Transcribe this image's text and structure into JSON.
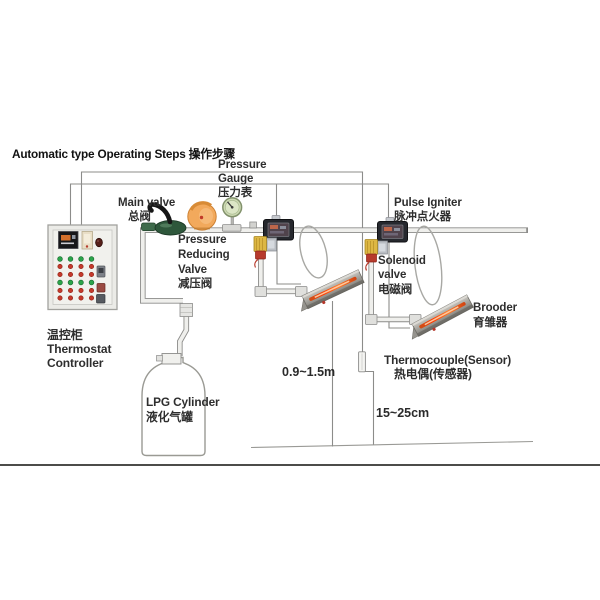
{
  "title": "Automatic type Operating Steps 操作步骤",
  "components": {
    "pressure_gauge": {
      "en1": "Pressure",
      "en2": "Gauge",
      "zh": "压力表"
    },
    "main_valve": {
      "en": "Main valve",
      "zh": "总阀"
    },
    "pressure_reducing_valve": {
      "en1": "Pressure",
      "en2": "Reducing",
      "en3": "Valve",
      "zh": "减压阀"
    },
    "pulse_igniter": {
      "en": "Pulse Igniter",
      "zh": "脉冲点火器"
    },
    "solenoid_valve": {
      "en1": "Solenoid",
      "en2": "valve",
      "zh": "电磁阀"
    },
    "brooder": {
      "en": "Brooder",
      "zh": "育雏器"
    },
    "thermocouple": {
      "en": "Thermocouple(Sensor)",
      "zh": "热电偶(传感器)"
    },
    "thermostat_controller": {
      "zh": "温控柜",
      "en1": "Thermostat",
      "en2": "Controller"
    },
    "lpg_cylinder": {
      "en": "LPG Cylinder",
      "zh": "液化气罐"
    }
  },
  "dimensions": {
    "brooder_height": "0.9~1.5m",
    "sensor_height": "15~25cm"
  },
  "colors": {
    "brooder_glow": "#ff4a10",
    "solenoid_yellow": "#ddb743",
    "main_valve_green": "#2e573b",
    "reducing_valve_orange": "#f2a95c",
    "gauge_face_green": "#cdd9b3",
    "panel_button_green": "#2ba44a",
    "panel_button_red": "#c5392b"
  }
}
